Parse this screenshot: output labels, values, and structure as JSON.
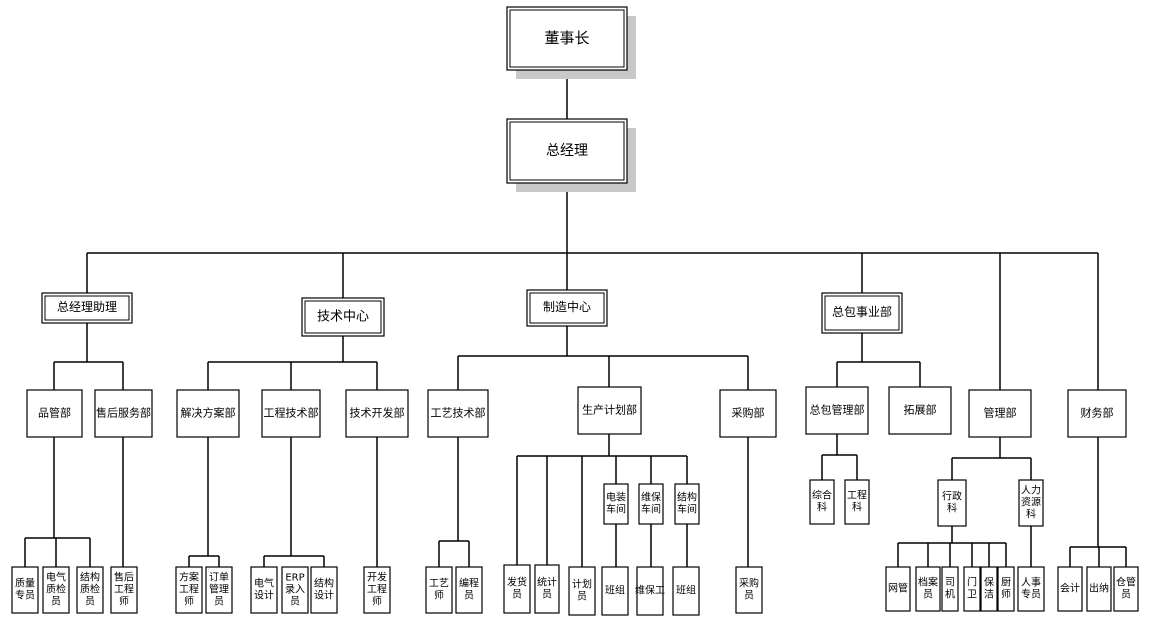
{
  "org": {
    "chairman": "董事长",
    "general_manager": "总经理",
    "gm_assistant": "总经理助理",
    "tech_center": "技术中心",
    "mfg_center": "制造中心",
    "contract_dept": "总包事业部",
    "quality_dept": "品管部",
    "after_sales_dept": "售后服务部",
    "solutions_dept": "解决方案部",
    "engineering_dept": "工程技术部",
    "tech_dev_dept": "技术开发部",
    "process_tech_dept": "工艺技术部",
    "production_plan_dept": "生产计划部",
    "purchasing_dept": "采购部",
    "contract_mgmt_dept": "总包管理部",
    "expansion_dept": "拓展部",
    "management_dept": "管理部",
    "finance_dept": "财务部",
    "quality_specialist": "质量专员",
    "electrical_inspector": "电气质检员",
    "structural_inspector": "结构质检员",
    "after_sales_engineer": "售后工程师",
    "solution_engineer": "方案工程师",
    "order_manager": "订单管理员",
    "electrical_design": "电气设计",
    "erp_clerk": "ERP录入员",
    "structural_design": "结构设计",
    "dev_engineer": "开发工程师",
    "process_engineer": "工艺师",
    "programmer": "编程员",
    "shipping_clerk": "发货员",
    "statistician": "统计员",
    "planner": "计划员",
    "electrical_workshop": "电装车间",
    "maintenance_workshop": "维保车间",
    "structural_workshop": "结构车间",
    "team_1": "班组",
    "maintenance_worker": "维保工",
    "team_2": "班组",
    "purchaser": "采购员",
    "general_section": "综合科",
    "engineering_section": "工程科",
    "admin_section": "行政科",
    "hr_section": "人力资源科",
    "network_admin": "网管",
    "archivist": "档案员",
    "driver": "司机",
    "guard": "门卫",
    "cleaner": "保洁",
    "cook": "厨师",
    "hr_specialist": "人事专员",
    "accountant": "会计",
    "cashier": "出纳",
    "warehouse_keeper": "仓管员"
  }
}
